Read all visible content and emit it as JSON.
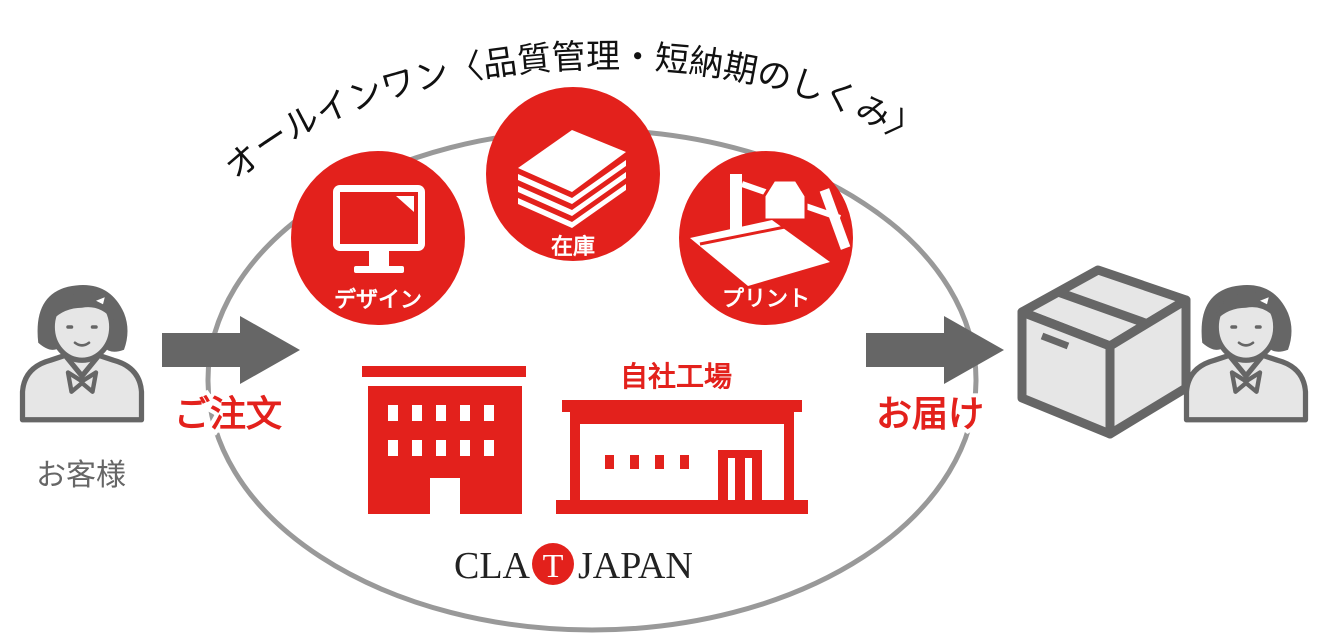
{
  "title": "オールインワン〈品質管理・短納期のしくみ〉",
  "customer_label": "お客様",
  "order_label": "ご注文",
  "delivery_label": "お届け",
  "services": [
    {
      "label": "デザイン",
      "icon": "monitor-icon"
    },
    {
      "label": "在庫",
      "icon": "stack-of-paper-icon"
    },
    {
      "label": "プリント",
      "icon": "printer-icon"
    }
  ],
  "factory_label": "自社工場",
  "brand": {
    "prefix": "CLA",
    "emblem_letter": "T",
    "suffix": "JAPAN"
  },
  "colors": {
    "accent": "#e3211c",
    "gray": "#666666",
    "light_gray": "#e6e6e6",
    "ellipse_stroke": "#999999"
  }
}
